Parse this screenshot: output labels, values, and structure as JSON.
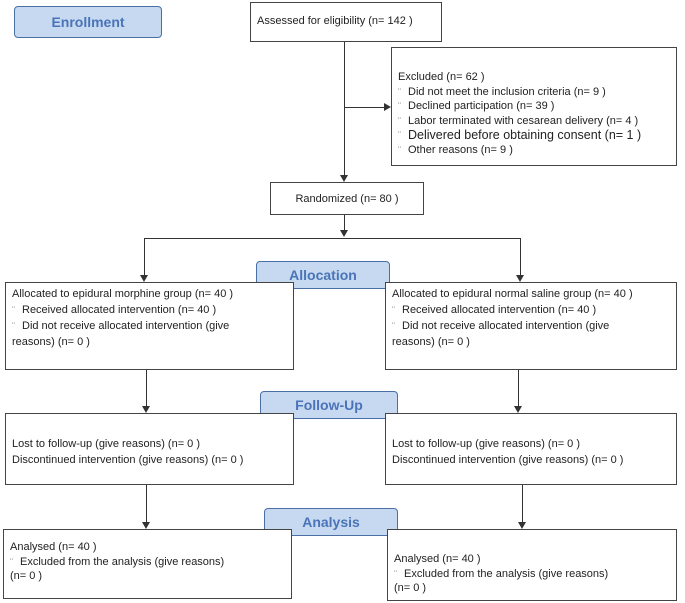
{
  "stages": {
    "enrollment": "Enrollment",
    "allocation": "Allocation",
    "follow_up": "Follow-Up",
    "analysis": "Analysis"
  },
  "assessed": "Assessed for eligibility (n= 142 )",
  "excluded": {
    "title": "Excluded  (n=  62 )",
    "bullet_glyph": "¨",
    "items": [
      "Did not meet the inclusion criteria (n= 9 )",
      "Declined participation (n= 39 )",
      "Labor terminated with cesarean delivery (n= 4 )",
      "Delivered before obtaining consent (n= 1 )",
      "Other reasons (n= 9 )"
    ]
  },
  "randomized": "Randomized (n= 80 )",
  "allocation": {
    "left": {
      "title": "Allocated to epidural morphine group (n= 40 )",
      "items": [
        "Received allocated intervention (n= 40 )",
        "Did not receive allocated intervention (give"
      ],
      "tail": "reasons) (n= 0 )"
    },
    "right": {
      "title": "Allocated to epidural normal saline group (n= 40 )",
      "items": [
        "Received allocated intervention (n= 40 )",
        "Did not receive allocated intervention (give"
      ],
      "tail": "reasons) (n= 0 )"
    }
  },
  "followup": {
    "left": {
      "lost": "Lost to follow-up (give reasons) (n= 0 )",
      "discontinued": "Discontinued intervention (give reasons) (n= 0 )"
    },
    "right": {
      "lost": "Lost to follow-up (give reasons) (n= 0 )",
      "discontinued": "Discontinued intervention (give reasons) (n= 0 )"
    }
  },
  "analysis": {
    "left": {
      "title": "Analysed  (n= 40 )",
      "item": "Excluded from the analysis (give reasons)",
      "tail": "(n= 0 )"
    },
    "right": {
      "title": "Analysed  (n= 40 )",
      "item": "Excluded from the analysis (give reasons)",
      "tail": "(n= 0 )"
    }
  }
}
